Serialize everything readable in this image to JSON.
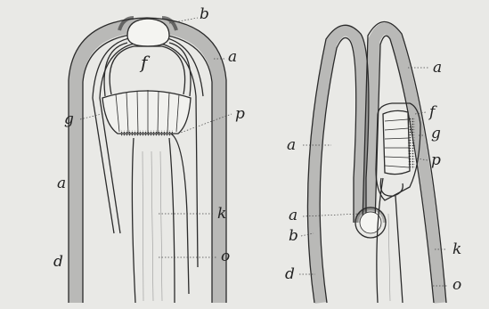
{
  "colors": {
    "paper": "#e9e9e6",
    "ink": "#2b2b2b",
    "shading": "#6a6a6a"
  },
  "left_figure": {
    "labels": {
      "b": "b",
      "a_top": "a",
      "f": "f",
      "g": "g",
      "p": "p",
      "a_left": "a",
      "k": "k",
      "d": "d",
      "o": "o"
    }
  },
  "right_figure": {
    "labels": {
      "a_top": "a",
      "f": "f",
      "a_mid": "a",
      "g": "g",
      "p": "p",
      "a_low": "a",
      "b": "b",
      "k": "k",
      "d": "d",
      "o": "o"
    }
  }
}
